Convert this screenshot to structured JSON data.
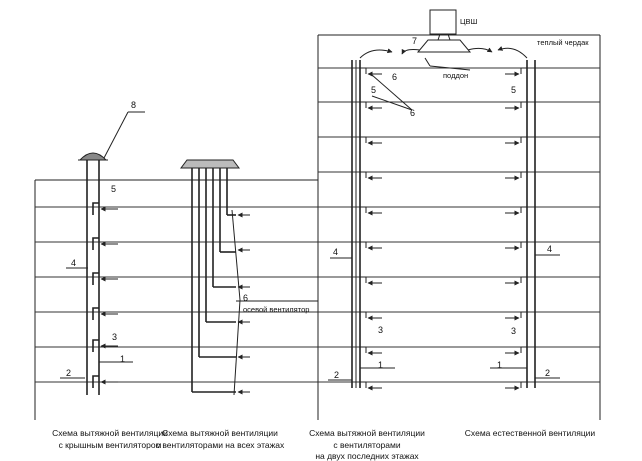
{
  "marks": {
    "n1": "1",
    "n2": "2",
    "n3": "3",
    "n4": "4",
    "n5": "5",
    "n6": "6",
    "n7": "7",
    "n8": "8"
  },
  "labels": {
    "cvsh": "ЦВШ",
    "warm_attic": "теплый чердак",
    "pallet": "поддон",
    "axial_fan": "осевой вентилятор"
  },
  "captions": {
    "roof_fan": [
      "Схема вытяжной вентиляции",
      "с крышным вентилятором"
    ],
    "all_floors": [
      "Схема вытяжной вентиляции",
      "с вентиляторами на всех этажах"
    ],
    "two_top_floors": [
      "Схема вытяжной вентиляции",
      "с вентиляторами",
      "на двух последних этажах"
    ],
    "natural": [
      "Схема естественной вентиляции"
    ]
  }
}
